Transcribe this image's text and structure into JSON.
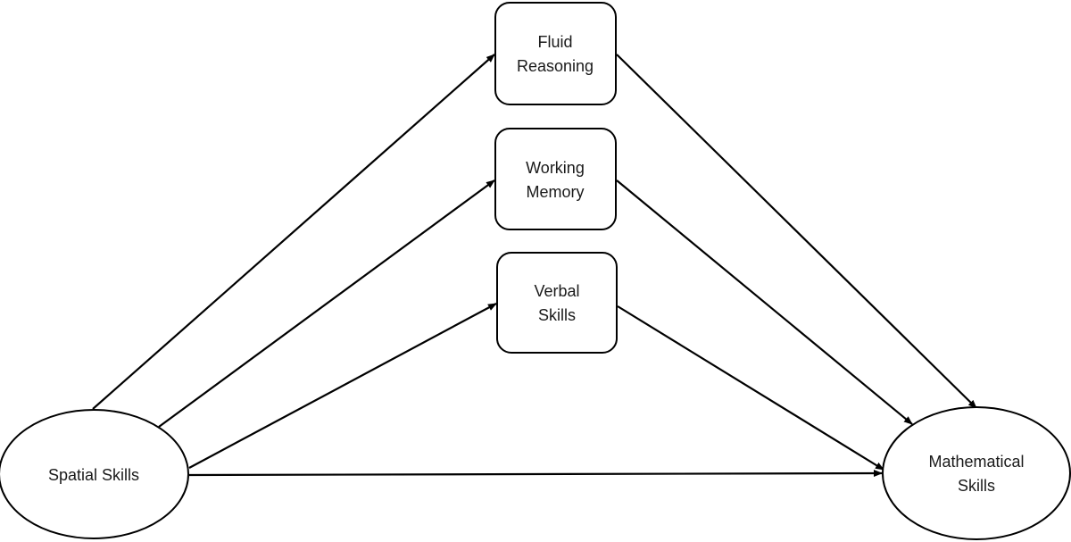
{
  "nodes": {
    "fluid_reasoning": {
      "line1": "Fluid",
      "line2": "Reasoning"
    },
    "working_memory": {
      "line1": "Working",
      "line2": "Memory"
    },
    "verbal_skills": {
      "line1": "Verbal",
      "line2": "Skills"
    },
    "spatial_skills": {
      "label": "Spatial Skills"
    },
    "mathematical_skills": {
      "line1": "Mathematical",
      "line2": "Skills"
    }
  },
  "edges": [
    {
      "from": "Spatial Skills",
      "to": "Fluid Reasoning"
    },
    {
      "from": "Spatial Skills",
      "to": "Working Memory"
    },
    {
      "from": "Spatial Skills",
      "to": "Verbal Skills"
    },
    {
      "from": "Spatial Skills",
      "to": "Mathematical Skills"
    },
    {
      "from": "Fluid Reasoning",
      "to": "Mathematical Skills"
    },
    {
      "from": "Working Memory",
      "to": "Mathematical Skills"
    },
    {
      "from": "Verbal Skills",
      "to": "Mathematical Skills"
    }
  ]
}
